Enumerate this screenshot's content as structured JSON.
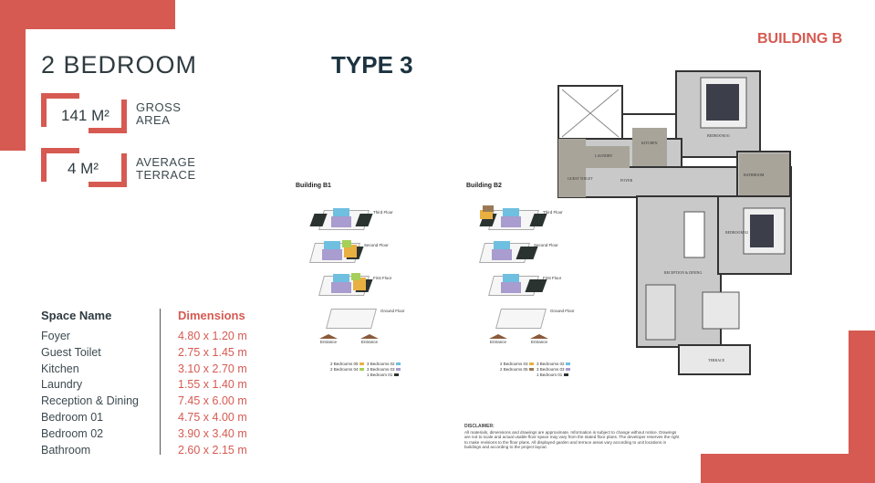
{
  "header": {
    "bedrooms": "2 BEDROOM",
    "type": "TYPE 3",
    "building": "BUILDING B"
  },
  "stats": [
    {
      "value": "141 M²",
      "label_line1": "GROSS",
      "label_line2": "AREA"
    },
    {
      "value": "4 M²",
      "label_line1": "AVERAGE",
      "label_line2": "TERRACE"
    }
  ],
  "table": {
    "col1": "Space Name",
    "col2": "Dimensions",
    "rows": [
      {
        "name": "Foyer",
        "dim": "4.80 x 1.20 m"
      },
      {
        "name": "Guest Toilet",
        "dim": "2.75 x 1.45 m"
      },
      {
        "name": "Kitchen",
        "dim": "3.10 x 2.70 m"
      },
      {
        "name": "Laundry",
        "dim": "1.55 x 1.40 m"
      },
      {
        "name": "Reception & Dining",
        "dim": "7.45 x 6.00 m"
      },
      {
        "name": "Bedroom 01",
        "dim": "4.75 x 4.00 m"
      },
      {
        "name": "Bedroom 02",
        "dim": "3.90 x 3.40 m"
      },
      {
        "name": "Bathroom",
        "dim": "2.60 x 2.15 m"
      }
    ]
  },
  "buildings": [
    {
      "title": "Building B1",
      "floors": [
        "Third Floor",
        "Second Floor",
        "First Floor",
        "Ground Floor"
      ],
      "entrances": [
        "Entrance",
        "Entrance"
      ],
      "legend": [
        {
          "label": "2 Bedrooms 05",
          "color": "#e8b040"
        },
        {
          "label": "2 Bedrooms 04",
          "color": "#a6cf5a"
        },
        {
          "label": "3 Bedrooms 02",
          "color": "#6fbfe0"
        },
        {
          "label": "3 Bedrooms 03",
          "color": "#a99ccf"
        },
        {
          "label": "1 Bedroom 01",
          "color": "#2b3330"
        }
      ]
    },
    {
      "title": "Building B2",
      "floors": [
        "Third Floor",
        "Second Floor",
        "First Floor",
        "Ground Floor"
      ],
      "entrances": [
        "Entrance",
        "Entrance"
      ],
      "legend": [
        {
          "label": "2 Bedrooms 03",
          "color": "#e8b040"
        },
        {
          "label": "2 Bedrooms 05",
          "color": "#9a7a55"
        },
        {
          "label": "3 Bedrooms 02",
          "color": "#6fbfe0"
        },
        {
          "label": "3 Bedrooms 03",
          "color": "#a99ccf"
        },
        {
          "label": "1 Bedroom 01",
          "color": "#2b3330"
        }
      ]
    }
  ],
  "plan": {
    "rooms": [
      "LAUNDRY",
      "KITCHEN",
      "BEDROOM 01",
      "GUEST TOILET",
      "FOYER",
      "BATHROOM",
      "BEDROOM 02",
      "RECEPTION & DINING",
      "TERRACE"
    ]
  },
  "disclaimer": {
    "title": "DISCLAIMER:",
    "text": "All materials, dimensions and drawings are approximate. Information is subject to change without notice. Drawings are not to scale and actual usable floor space may vary from the stated floor plans. The developer reserves the right to make revisions to the floor plans. All displayed garden and terrace areas vary according to unit locations in buildings and according to the project layout."
  },
  "colors": {
    "accent": "#d65a52",
    "dark": "#1c3340"
  }
}
